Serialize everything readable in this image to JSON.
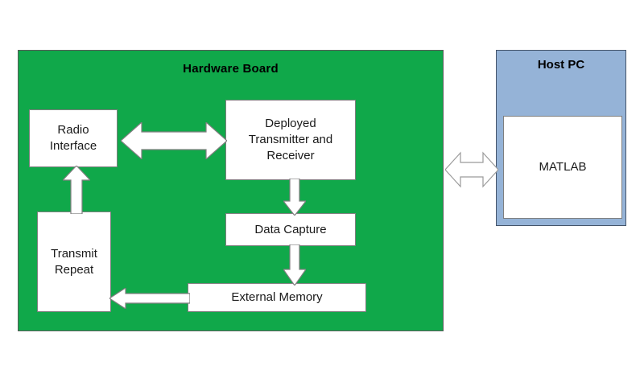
{
  "diagram": {
    "type": "block-diagram",
    "title": "Hardware Board to Host PC data capture loop",
    "colors": {
      "board_fill": "#10a84a",
      "hostpc_fill": "#95b3d7",
      "node_fill": "#ffffff",
      "node_stroke": "#7f7f7f",
      "arrow_fill": "#ffffff",
      "arrow_stroke": "#7f7f7f",
      "text": "#1a1a1a",
      "background": "#ffffff"
    }
  },
  "board": {
    "title": "Hardware Board",
    "nodes": {
      "radio_interface": "Radio\nInterface",
      "radio_interface_line1": "Radio",
      "radio_interface_line2": "Interface",
      "deployed_line1": "Deployed",
      "deployed_line2": "Transmitter and",
      "deployed_line3": "Receiver",
      "data_capture": "Data Capture",
      "external_memory": "External Memory",
      "transmit_repeat_line1": "Transmit",
      "transmit_repeat_line2": "Repeat"
    }
  },
  "hostpc": {
    "title": "Host PC",
    "nodes": {
      "matlab": "MATLAB"
    }
  },
  "arrows": [
    {
      "name": "radio-interface-to-deployed",
      "from": "Radio Interface",
      "to": "Deployed Transmitter and Receiver",
      "direction": "bidirectional",
      "orientation": "horizontal"
    },
    {
      "name": "transmit-repeat-to-radio-interface",
      "from": "Transmit Repeat",
      "to": "Radio Interface",
      "direction": "up",
      "orientation": "vertical"
    },
    {
      "name": "deployed-to-data-capture",
      "from": "Deployed Transmitter and Receiver",
      "to": "Data Capture",
      "direction": "down",
      "orientation": "vertical"
    },
    {
      "name": "data-capture-to-external-memory",
      "from": "Data Capture",
      "to": "External Memory",
      "direction": "down",
      "orientation": "vertical"
    },
    {
      "name": "external-memory-to-transmit-repeat",
      "from": "External Memory",
      "to": "Transmit Repeat",
      "direction": "left",
      "orientation": "horizontal"
    },
    {
      "name": "hardware-board-to-host-pc",
      "from": "Hardware Board",
      "to": "Host PC",
      "direction": "bidirectional",
      "orientation": "horizontal"
    }
  ]
}
